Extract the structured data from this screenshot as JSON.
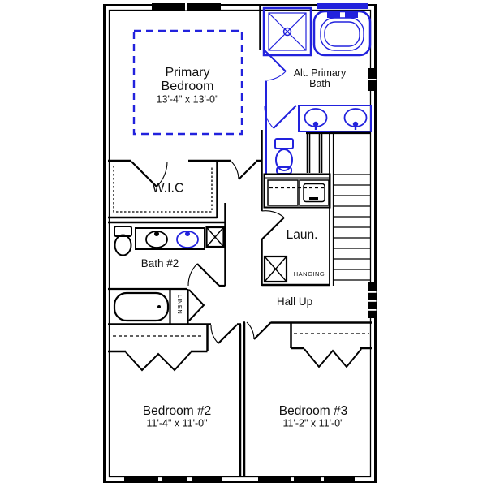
{
  "plan": {
    "type": "floor-plan",
    "colors": {
      "walls": "#000000",
      "alt_option_fixtures": "#2222dd",
      "background": "#ffffff",
      "text": "#111111"
    },
    "rooms": {
      "primary_bedroom": {
        "name": "Primary\nBedroom",
        "dims": "13'-4\" x 13'-0\""
      },
      "alt_primary_bath": {
        "name": "Alt. Primary\nBath"
      },
      "wic": {
        "name": "W.I.C"
      },
      "bath_2": {
        "name": "Bath #2"
      },
      "laundry": {
        "name": "Laun.",
        "hanging_label": "HANGING"
      },
      "hall": {
        "name": "Hall Up"
      },
      "linen": {
        "name": "LINEN"
      },
      "bedroom_2": {
        "name": "Bedroom #2",
        "dims": "11'-4\" x 11'-0\""
      },
      "bedroom_3": {
        "name": "Bedroom #3",
        "dims": "11'-2\" x 11'-0\""
      }
    }
  }
}
